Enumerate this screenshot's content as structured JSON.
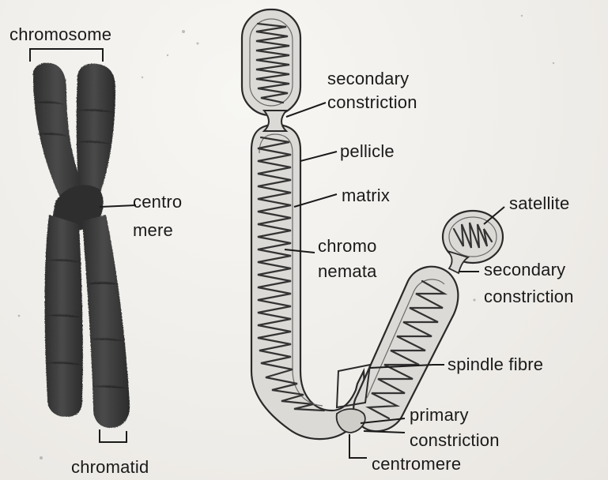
{
  "labels": {
    "chromosome": "chromosome",
    "centromere_left_1": "centro",
    "centromere_left_2": "mere",
    "chromatid": "chromatid",
    "secondary_constriction_top_1": "secondary",
    "secondary_constriction_top_2": "constriction",
    "pellicle": "pellicle",
    "matrix": "matrix",
    "chromonemata_1": "chromo",
    "chromonemata_2": "nemata",
    "satellite": "satellite",
    "secondary_constriction_right_1": "secondary",
    "secondary_constriction_right_2": "constriction",
    "spindle_fibre": "spindle fibre",
    "primary_constriction_1": "primary",
    "primary_constriction_2": "constriction",
    "centromere_bottom": "centromere"
  },
  "colors": {
    "chromatid_fill": "#3e3e3e",
    "outline": "#2a2a2a",
    "membrane_fill": "#d9d7d3",
    "coil": "#3a3a3a"
  }
}
